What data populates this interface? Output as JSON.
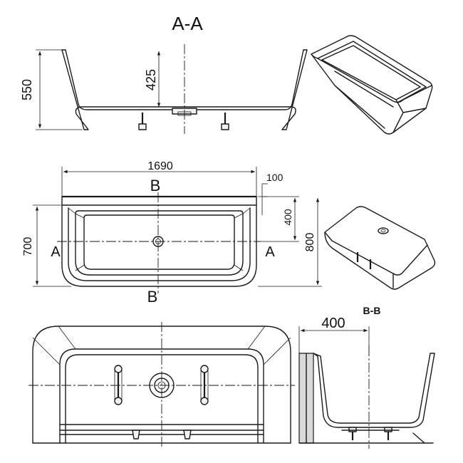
{
  "section_aa": {
    "title": "A-A",
    "height_overall": "550",
    "height_inner": "425"
  },
  "plan": {
    "length": "1690",
    "rim": "100",
    "width": "700",
    "depth_half": "400",
    "width_overall": "800",
    "label_a_left": "A",
    "label_a_right": "A",
    "label_b_top": "B",
    "label_b_bottom": "B"
  },
  "section_bb": {
    "title": "B-B",
    "dim": "400"
  },
  "colors": {
    "line": "#1a1a1a",
    "background": "#ffffff"
  }
}
